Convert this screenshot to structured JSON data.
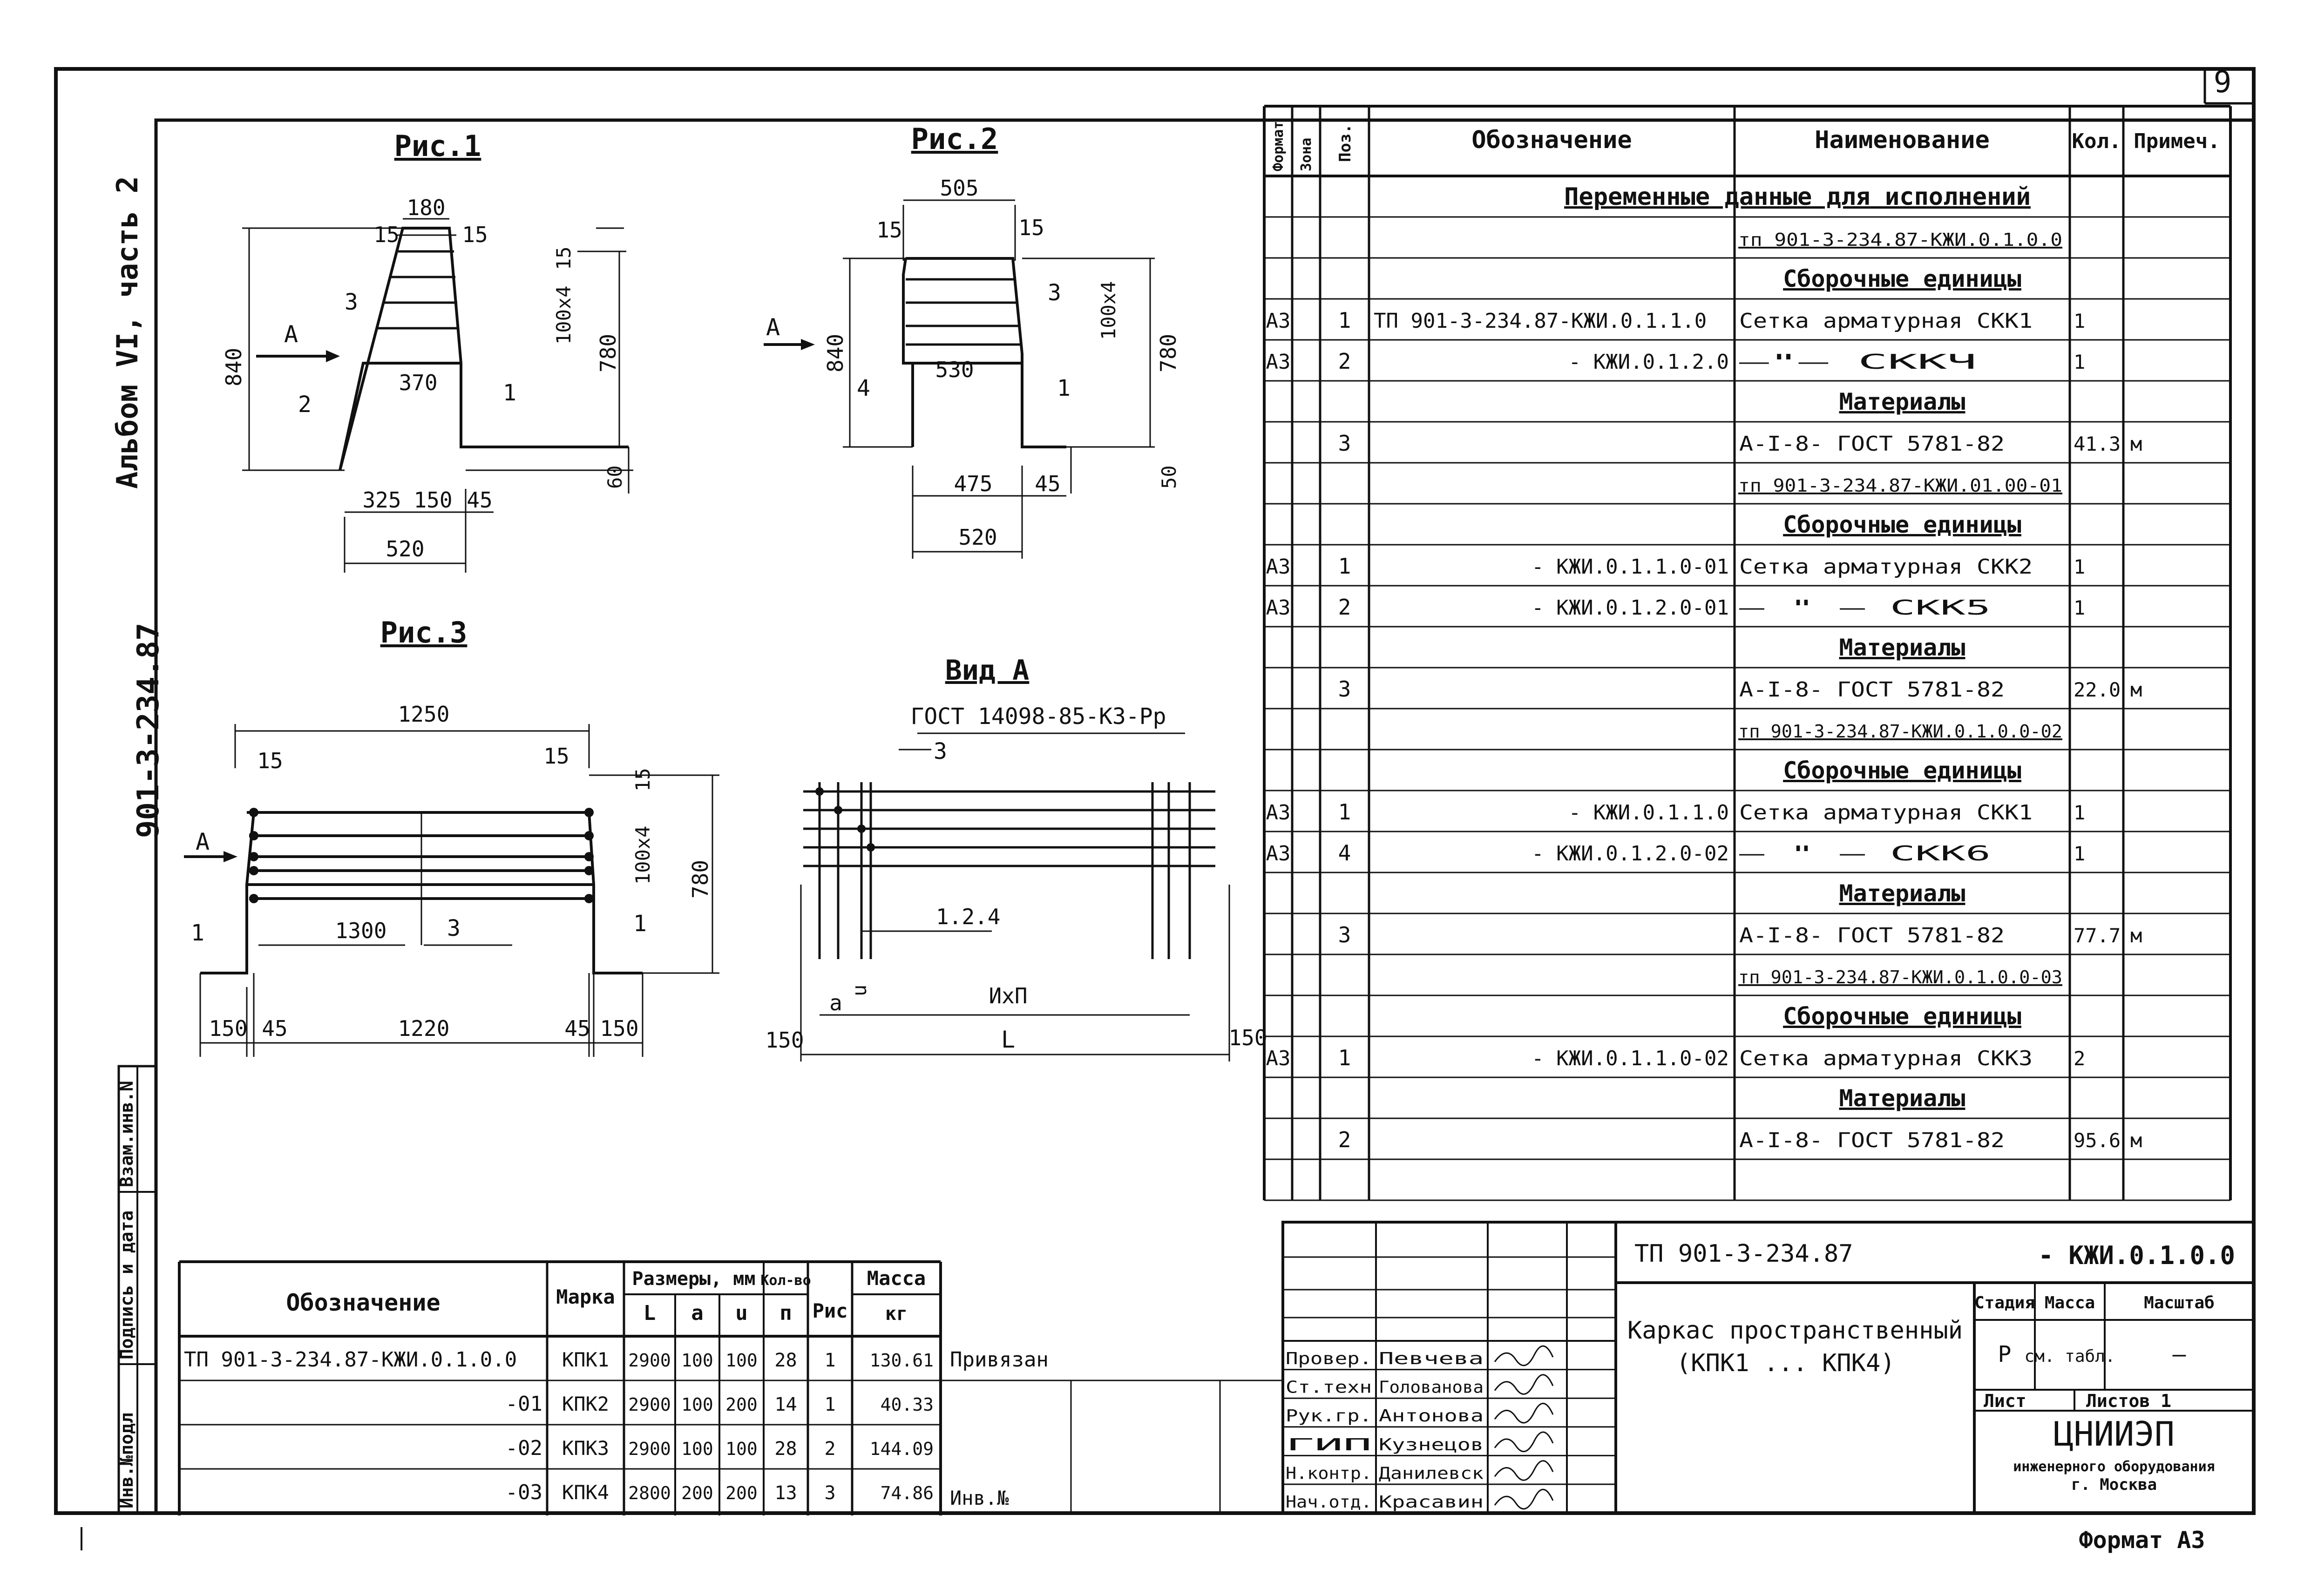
{
  "page_number": "9",
  "format_label": "Формат А3",
  "side_album": "Альбом VI, часть 2",
  "side_code": "901-3-234.87",
  "side_stamp": [
    "Инв.№подл",
    "Подпись и дата",
    "Взам.инв.N"
  ],
  "figures": {
    "fig1": {
      "title": "Рис.1",
      "dims": [
        "180",
        "15",
        "15",
        "15",
        "100x4",
        "840",
        "780",
        "370",
        "60",
        "325",
        "150",
        "45",
        "520"
      ],
      "marks": [
        "3",
        "2",
        "1",
        "А"
      ]
    },
    "fig2": {
      "title": "Рис.2",
      "dims": [
        "505",
        "15",
        "15",
        "100x4",
        "840",
        "780",
        "530",
        "50",
        "475",
        "45",
        "520"
      ],
      "marks": [
        "3",
        "4",
        "1",
        "А"
      ]
    },
    "fig3": {
      "title": "Рис.3",
      "dims": [
        "1250",
        "15",
        "15",
        "15",
        "100x4",
        "780",
        "1300",
        "150",
        "45",
        "1220",
        "45",
        "150"
      ],
      "marks": [
        "3",
        "1",
        "1",
        "А"
      ]
    },
    "view": {
      "title": "Вид А",
      "gost": "ГОСТ 14098-85-К3-Рр",
      "dims": [
        "a",
        "u",
        "ИхП",
        "L",
        "150",
        "150"
      ],
      "marks": [
        "3",
        "1.2.4"
      ]
    }
  },
  "spec": {
    "headers": {
      "format": "Формат",
      "zone": "Зона",
      "pos": "Поз.",
      "designation": "Обозначение",
      "name": "Наименование",
      "qty": "Кол.",
      "note": "Примеч."
    },
    "rows": [
      {
        "f": "",
        "p": "",
        "d": "Переменные данные для исполнений",
        "n": "",
        "q": "",
        "r": "",
        "k": "span"
      },
      {
        "f": "",
        "p": "",
        "d": "",
        "n": "тп 901-3-234.87-КЖИ.0.1.0.0",
        "q": "",
        "r": "",
        "k": "ul"
      },
      {
        "f": "",
        "p": "",
        "d": "",
        "n": "Сборочные единицы",
        "q": "",
        "r": "",
        "k": "hd"
      },
      {
        "f": "А3",
        "p": "1",
        "d": "ТП 901-3-234.87-КЖИ.0.1.1.0",
        "n": "Сетка арматурная СКК1",
        "q": "1",
        "r": "",
        "k": ""
      },
      {
        "f": "А3",
        "p": "2",
        "d": "- КЖИ.0.1.2.0",
        "n": "—\"—          СККЧ",
        "q": "1",
        "r": "",
        "k": ""
      },
      {
        "f": "",
        "p": "",
        "d": "",
        "n": "Материалы",
        "q": "",
        "r": "",
        "k": "hd"
      },
      {
        "f": "",
        "p": "3",
        "d": "",
        "n": "А-I-8- ГОСТ 5781-82",
        "q": "41.3",
        "r": "м",
        "k": ""
      },
      {
        "f": "",
        "p": "",
        "d": "",
        "n": "тп 901-3-234.87-КЖИ.01.00-01",
        "q": "",
        "r": "",
        "k": "ul"
      },
      {
        "f": "",
        "p": "",
        "d": "",
        "n": "Сборочные единицы",
        "q": "",
        "r": "",
        "k": "hd"
      },
      {
        "f": "А3",
        "p": "1",
        "d": "- КЖИ.0.1.1.0-01",
        "n": "Сетка арматурная СКК2",
        "q": "1",
        "r": "",
        "k": ""
      },
      {
        "f": "А3",
        "p": "2",
        "d": "- КЖИ.0.1.2.0-01",
        "n": "— \" —         СКК5",
        "q": "1",
        "r": "",
        "k": ""
      },
      {
        "f": "",
        "p": "",
        "d": "",
        "n": "Материалы",
        "q": "",
        "r": "",
        "k": "hd"
      },
      {
        "f": "",
        "p": "3",
        "d": "",
        "n": "А-I-8- ГОСТ 5781-82",
        "q": "22.0",
        "r": "м",
        "k": ""
      },
      {
        "f": "",
        "p": "",
        "d": "",
        "n": "тп 901-3-234.87-КЖИ.0.1.0.0-02",
        "q": "",
        "r": "",
        "k": "ul"
      },
      {
        "f": "",
        "p": "",
        "d": "",
        "n": "Сборочные единицы",
        "q": "",
        "r": "",
        "k": "hd"
      },
      {
        "f": "А3",
        "p": "1",
        "d": "- КЖИ.0.1.1.0",
        "n": "Сетка арматурная СКК1",
        "q": "1",
        "r": "",
        "k": ""
      },
      {
        "f": "А3",
        "p": "4",
        "d": "- КЖИ.0.1.2.0-02",
        "n": "— \" —         СКК6",
        "q": "1",
        "r": "",
        "k": ""
      },
      {
        "f": "",
        "p": "",
        "d": "",
        "n": "Материалы",
        "q": "",
        "r": "",
        "k": "hd"
      },
      {
        "f": "",
        "p": "3",
        "d": "",
        "n": "А-I-8- ГОСТ 5781-82",
        "q": "77.7",
        "r": "м",
        "k": ""
      },
      {
        "f": "",
        "p": "",
        "d": "",
        "n": "тп 901-3-234.87-КЖИ.0.1.0.0-03",
        "q": "",
        "r": "",
        "k": "ul"
      },
      {
        "f": "",
        "p": "",
        "d": "",
        "n": "Сборочные единицы",
        "q": "",
        "r": "",
        "k": "hd"
      },
      {
        "f": "А3",
        "p": "1",
        "d": "- КЖИ.0.1.1.0-02",
        "n": "Сетка арматурная СКК3",
        "q": "2",
        "r": "",
        "k": ""
      },
      {
        "f": "",
        "p": "",
        "d": "",
        "n": "Материалы",
        "q": "",
        "r": "",
        "k": "hd"
      },
      {
        "f": "",
        "p": "2",
        "d": "",
        "n": "А-I-8- ГОСТ 5781-82",
        "q": "95.6",
        "r": "м",
        "k": ""
      },
      {
        "f": "",
        "p": "",
        "d": "",
        "n": "",
        "q": "",
        "r": "",
        "k": ""
      }
    ]
  },
  "variants": {
    "headers": {
      "designation": "Обозначение",
      "mark": "Марка",
      "sizes": "Размеры, мм",
      "count": "Кол-во",
      "fig": "Рис",
      "mass": "Масса",
      "mass_unit": "кг",
      "L": "L",
      "a": "a",
      "u": "u",
      "n": "п"
    },
    "rows": [
      {
        "d": "ТП 901-3-234.87-КЖИ.0.1.0.0",
        "m": "КПК1",
        "L": "2900",
        "a": "100",
        "u": "100",
        "n": "28",
        "fig": "1",
        "mass": "130.61"
      },
      {
        "d": "-01",
        "m": "КПК2",
        "L": "2900",
        "a": "100",
        "u": "200",
        "n": "14",
        "fig": "1",
        "mass": "40.33"
      },
      {
        "d": "-02",
        "m": "КПК3",
        "L": "2900",
        "a": "100",
        "u": "100",
        "n": "28",
        "fig": "2",
        "mass": "144.09"
      },
      {
        "d": "-03",
        "m": "КПК4",
        "L": "2800",
        "a": "200",
        "u": "200",
        "n": "13",
        "fig": "3",
        "mass": "74.86"
      }
    ],
    "attached": "Привязан",
    "inv": "Инв.№"
  },
  "title_block": {
    "code": "ТП 901-3-234.87",
    "code_suffix": "- КЖИ.0.1.0.0",
    "title_line1": "Каркас пространственный",
    "title_line2": "(КПК1 ... КПК4)",
    "stage_label": "Стадия",
    "mass_label": "Масса",
    "scale_label": "Масштаб",
    "stage": "Р",
    "mass": "см. табл.",
    "scale": "—",
    "sheet_label": "Лист",
    "sheets_label": "Листов 1",
    "org_name": "ЦНИИЭП",
    "org_sub1": "инженерного оборудования",
    "org_sub2": "г. Москва",
    "people": [
      {
        "role": "Провер.",
        "name": "Певчева"
      },
      {
        "role": "Ст.техн",
        "name": "Голованова"
      },
      {
        "role": "Рук.гр.",
        "name": "Антонова"
      },
      {
        "role": "ГИП",
        "name": "Кузнецов"
      },
      {
        "role": "Н.контр.",
        "name": "Данилевск"
      },
      {
        "role": "Нач.отд.",
        "name": "Красавин"
      }
    ]
  }
}
